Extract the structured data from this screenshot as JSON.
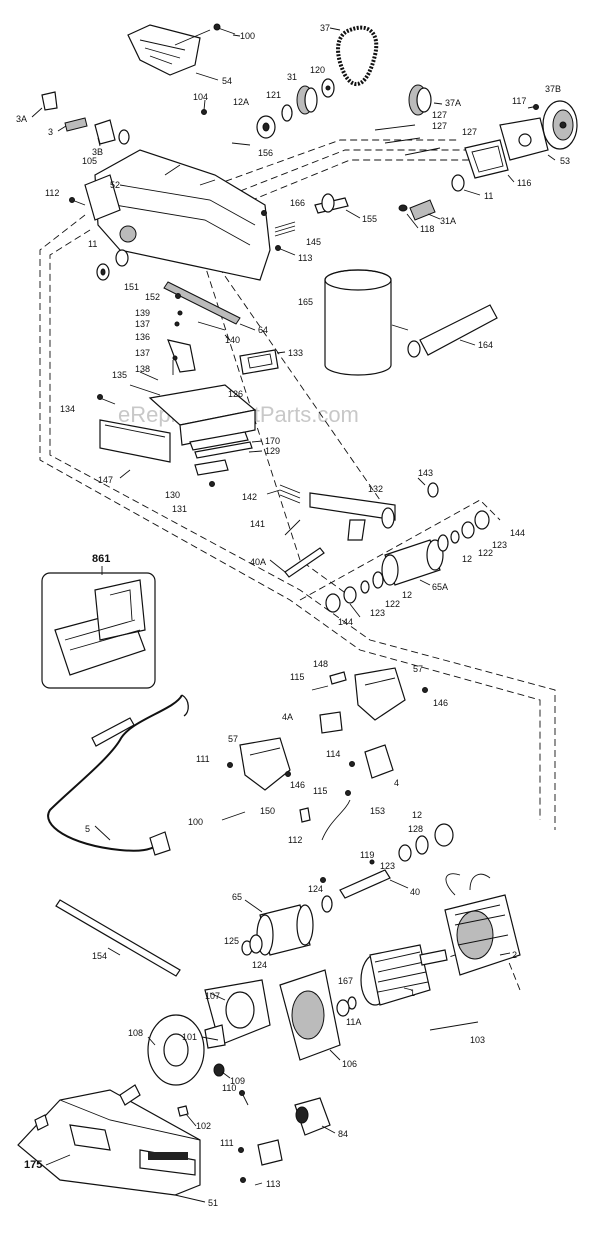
{
  "watermark": "eReplacementParts.com",
  "kit_label": "861",
  "labels": {
    "l100a": "100",
    "l37": "37",
    "l54": "54",
    "l3a": "3A",
    "l3": "3",
    "l3b": "3B",
    "l104": "104",
    "l31": "31",
    "l120": "120",
    "l12a": "12A",
    "l121": "121",
    "l37a": "37A",
    "l117": "117",
    "l37b": "37B",
    "l127a": "127",
    "l127b": "127",
    "l127c": "127",
    "l105": "105",
    "l156": "156",
    "l53": "53",
    "l116": "116",
    "l52": "52",
    "l112a": "112",
    "l11a": "11",
    "l166": "166",
    "l155": "155",
    "l31a": "31A",
    "l11b": "11",
    "l118": "118",
    "l145": "145",
    "l113a": "113",
    "l151": "151",
    "l152": "152",
    "l165": "165",
    "l164": "164",
    "l64": "64",
    "l139": "139",
    "l137a": "137",
    "l136": "136",
    "l137b": "137",
    "l140": "140",
    "l133": "133",
    "l135": "135",
    "l138": "138",
    "l126": "126",
    "l134": "134",
    "l170": "170",
    "l129": "129",
    "l147": "147",
    "l130": "130",
    "l131": "131",
    "l142": "142",
    "l132": "132",
    "l143": "143",
    "l141": "141",
    "l144a": "144",
    "l123a": "123",
    "l122a": "122",
    "l12b": "12",
    "l40a": "40A",
    "l65a": "65A",
    "l12c": "12",
    "l122b": "122",
    "l123b": "123",
    "l144b": "144",
    "l148": "148",
    "l57a": "57",
    "l115a": "115",
    "l146a": "146",
    "l4a": "4A",
    "l114": "114",
    "l57b": "57",
    "l111a": "111",
    "l146b": "146",
    "l4": "4",
    "l115b": "115",
    "l100b": "100",
    "l150": "150",
    "l153": "153",
    "l12d": "12",
    "l112b": "112",
    "l5": "5",
    "l128": "128",
    "l119": "119",
    "l123c": "123",
    "l124a": "124",
    "l40": "40",
    "l65": "65",
    "l154": "154",
    "l2": "2",
    "l125": "125",
    "l124b": "124",
    "l167": "167",
    "l1": "1",
    "l11c": "11A",
    "l103": "103",
    "l107": "107",
    "l101": "101",
    "l106": "106",
    "l108": "108",
    "l109": "109",
    "l110": "110",
    "l102": "102",
    "l84": "84",
    "l111b": "111",
    "l175": "175",
    "l113b": "113",
    "l51": "51"
  }
}
